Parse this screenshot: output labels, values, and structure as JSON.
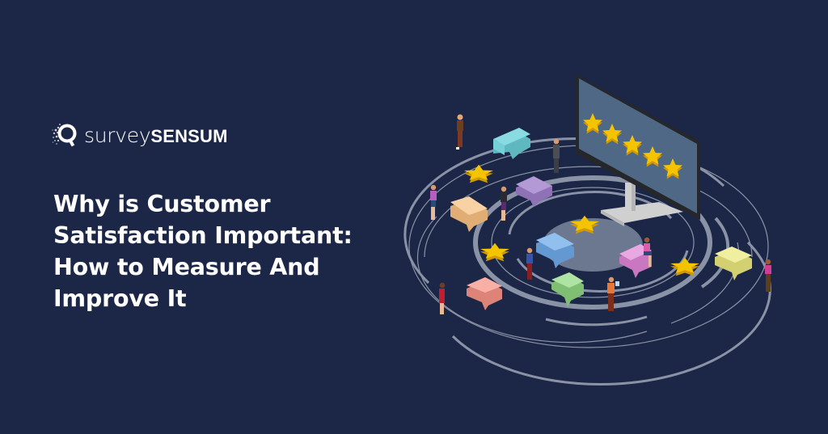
{
  "brand": {
    "name_light": "survey",
    "name_bold": "SENSUM",
    "logo_icon": "q-magnifier-dots-icon"
  },
  "headline": {
    "lines": [
      "Why is Customer",
      "Satisfaction Important:",
      "How to Measure And",
      "Improve It"
    ]
  },
  "illustration": {
    "subject": "customer-rating-monitor-with-people-and-speech-bubbles",
    "monitor_stars": 5,
    "colors": {
      "background": "#1c2747",
      "ring": "#8a93a6",
      "center_disk": "#6c7890",
      "screen": "#4f6885",
      "bezel": "#25272b",
      "star": "#f5c400",
      "star_side": "#d29a00",
      "stand": "#e4e4e4",
      "bubble_cyan": "#74cfd6",
      "bubble_purple": "#a386c9",
      "bubble_peach": "#f4c48e",
      "bubble_blue": "#7aaee4",
      "bubble_pink": "#e090d6",
      "bubble_green": "#98d58b",
      "bubble_salmon": "#f29a8f",
      "bubble_yellow": "#ecea90"
    }
  }
}
